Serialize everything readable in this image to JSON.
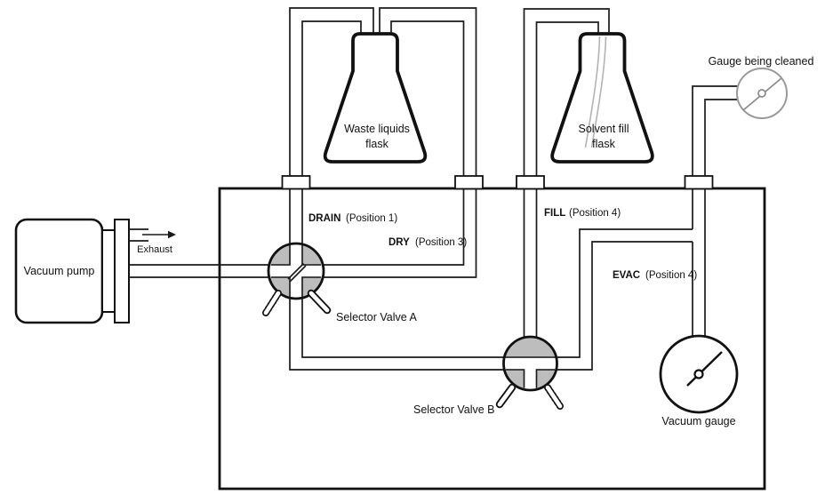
{
  "figure": {
    "pump": {
      "label": "Vacuum pump",
      "exhaust_label": "Exhaust"
    },
    "flasks": {
      "waste": {
        "line1": "Waste liquids",
        "line2": "flask"
      },
      "solvent": {
        "line1": "Solvent fill",
        "line2": "flask"
      }
    },
    "gauges": {
      "cleaned_label": "Gauge being cleaned",
      "vacuum_label": "Vacuum gauge"
    },
    "valves": {
      "a_label": "Selector Valve A",
      "b_label": "Selector Valve B"
    },
    "ports": {
      "drain": {
        "name": "DRAIN",
        "position": "(Position 1)"
      },
      "dry": {
        "name": "DRY",
        "position": "(Position 3)"
      },
      "fill": {
        "name": "FILL",
        "position": "(Position 4)"
      },
      "evac": {
        "name": "EVAC",
        "position": "(Position 4)"
      }
    },
    "colors": {
      "line": "#1a1a1a",
      "valve_gray": "#bdbdbd",
      "gauge_gray": "#999999",
      "dip_tube_gray": "#b3b3b3"
    }
  }
}
